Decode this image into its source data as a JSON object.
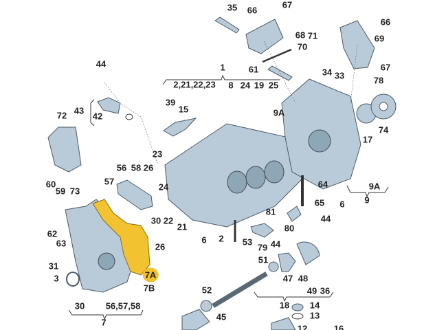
{
  "diagram": {
    "highlight_color": "#f2c230",
    "callouts": [
      "35",
      "66",
      "67",
      "66",
      "68",
      "71",
      "69",
      "70",
      "67",
      "1",
      "61",
      "2,21,22,23",
      "8",
      "24",
      "19",
      "25",
      "34",
      "33",
      "78",
      "44",
      "43",
      "42",
      "39",
      "15",
      "9A",
      "72",
      "17",
      "74",
      "23",
      "56",
      "58",
      "26",
      "57",
      "24",
      "60",
      "59",
      "73",
      "64",
      "9A",
      "9",
      "65",
      "6",
      "81",
      "44",
      "80",
      "30",
      "22",
      "21",
      "6",
      "62",
      "63",
      "26",
      "2",
      "53",
      "79",
      "44",
      "31",
      "51",
      "47",
      "48",
      "49",
      "36",
      "3",
      "7A",
      "7B",
      "52",
      "30",
      "56,57,58",
      "7",
      "18",
      "14",
      "45",
      "13",
      "12",
      "16"
    ],
    "highlighted_callout": "7A"
  }
}
